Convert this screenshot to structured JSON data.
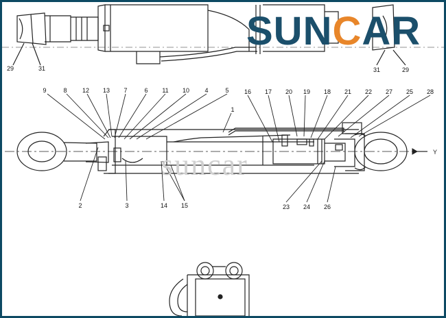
{
  "brand": {
    "name_left": "SUN",
    "name_c": "C",
    "name_right": "AR",
    "primary_color": "#1b4f6b",
    "accent_color": "#e8862a",
    "frame_color": "#0d4a63"
  },
  "watermark": "suncar",
  "axis_label": "Y",
  "callouts": {
    "c9": "9",
    "c8": "8",
    "c12": "12",
    "c13": "13",
    "c7": "7",
    "c6": "6",
    "c11": "11",
    "c10": "10",
    "c4": "4",
    "c5": "5",
    "c1": "1",
    "c16": "16",
    "c17": "17",
    "c20": "20",
    "c19": "19",
    "c18": "18",
    "c21": "21",
    "c22": "22",
    "c27": "27",
    "c25": "25",
    "c28": "28",
    "c2": "2",
    "c3": "3",
    "c14": "14",
    "c15": "15",
    "c23": "23",
    "c24": "24",
    "c26": "26",
    "top29l": "29",
    "top31l": "31",
    "top31r": "31",
    "top29r": "29"
  }
}
